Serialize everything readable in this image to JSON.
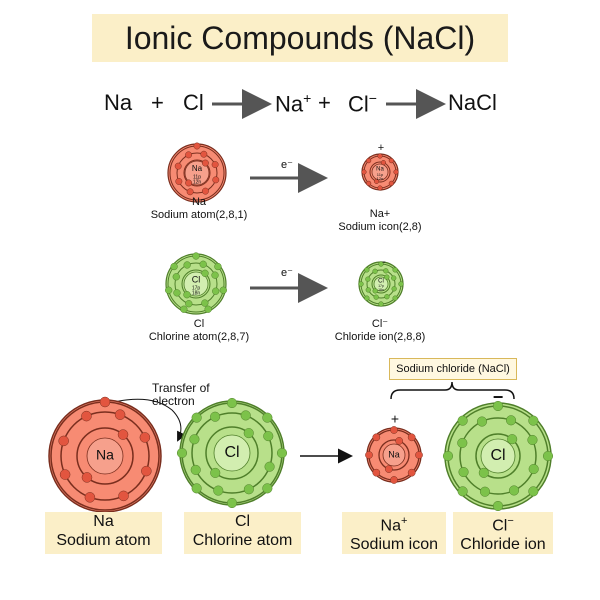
{
  "title": "Ionic Compounds (NaCl)",
  "equation": {
    "na": "Na",
    "plus1": "+",
    "cl": "Cl",
    "na_ion": "Na",
    "na_charge": "+",
    "plus2": "+",
    "cl_ion": "Cl",
    "cl_charge": "−",
    "product": "NaCl"
  },
  "row1": {
    "electron": "e⁻",
    "atom_symbol": "Na",
    "atom_protons": "11p",
    "atom_neutrons": "12n",
    "atom_label_symbol": "Na",
    "atom_label_name": "Sodium atom(2,8,1)",
    "ion_charge": "+",
    "ion_symbol": "Na",
    "ion_protons": "11p",
    "ion_neutrons": "12n",
    "ion_label_symbol": "Na+",
    "ion_label_name": "Sodium icon(2,8)"
  },
  "row2": {
    "electron": "e⁻",
    "atom_symbol": "Cl",
    "atom_protons": "17p",
    "atom_neutrons": "18n",
    "atom_label_symbol": "Cl",
    "atom_label_name": "Chlorine atom(2,8,7)",
    "ion_charge": "-",
    "ion_symbol": "Cl",
    "ion_protons": "17p",
    "ion_neutrons": "18n",
    "ion_label_symbol": "Cl⁻",
    "ion_label_name": "Chloride ion(2,8,8)"
  },
  "bottom": {
    "transfer_line1": "Transfer of",
    "transfer_line2": "electron",
    "nacl_box": "Sodium chloride (NaCl)",
    "na_atom_symbol": "Na",
    "cl_atom_symbol": "Cl",
    "na_ion_symbol": "Na",
    "cl_ion_symbol": "Cl",
    "na_ion_charge": "+",
    "cl_ion_charge": "−",
    "labels": {
      "na_atom": [
        "Na",
        "Sodium atom"
      ],
      "cl_atom": [
        "Cl",
        "Chlorine atom"
      ],
      "na_ion": [
        "Na",
        "Sodium icon"
      ],
      "na_ion_sup": "+",
      "cl_ion": [
        "Cl",
        "Chloride ion"
      ],
      "cl_ion_sup": "−"
    }
  },
  "colors": {
    "sodium_fill": "#f78b73",
    "sodium_nucleus": "#f6a08c",
    "sodium_ring": "#7a2e1e",
    "sodium_electron": "#e2553f",
    "chlorine_fill": "#b8e08a",
    "chlorine_nucleus": "#d2eeb0",
    "chlorine_ring": "#4f7f2a",
    "chlorine_electron": "#7cc24a",
    "label_bg": "#fbefc8",
    "arrow": "#555555"
  }
}
